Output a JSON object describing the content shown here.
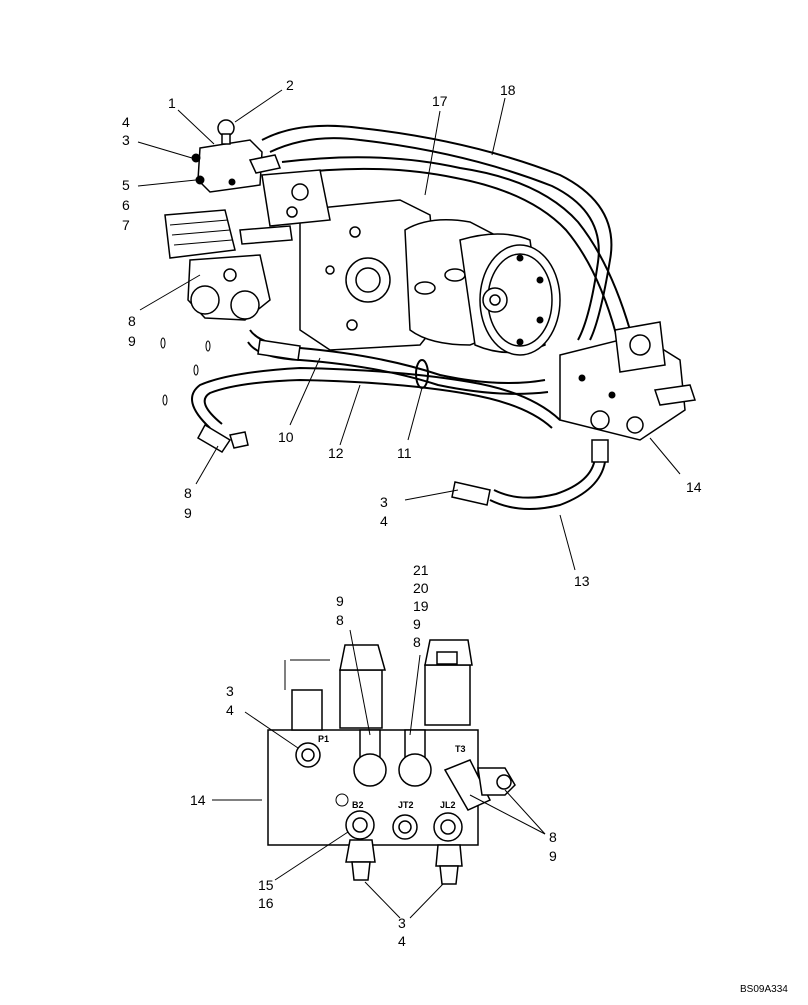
{
  "figure_ref": "BS09A334",
  "callouts_top": {
    "c1": "1",
    "c2": "2",
    "c4a": "4",
    "c3a": "3",
    "c5": "5",
    "c6": "6",
    "c7": "7",
    "c17": "17",
    "c18": "18",
    "c8a": "8",
    "c9a": "9",
    "c10": "10",
    "c12": "12",
    "c11": "11",
    "c14a": "14",
    "c8b": "8",
    "c9b": "9",
    "c3b": "3",
    "c4b": "4",
    "c13": "13"
  },
  "callouts_bottom": {
    "c21": "21",
    "c20": "20",
    "c19": "19",
    "c9c": "9",
    "c8c": "8",
    "c9d": "9",
    "c8d": "8",
    "c3c": "3",
    "c4c": "4",
    "c14b": "14",
    "c8e": "8",
    "c9e": "9",
    "c15": "15",
    "c16": "16",
    "c3d": "3",
    "c4d": "4"
  },
  "ports": {
    "p1": "P1",
    "t3": "T3",
    "b2": "B2",
    "jt2": "JT2",
    "jl2": "JL2"
  }
}
